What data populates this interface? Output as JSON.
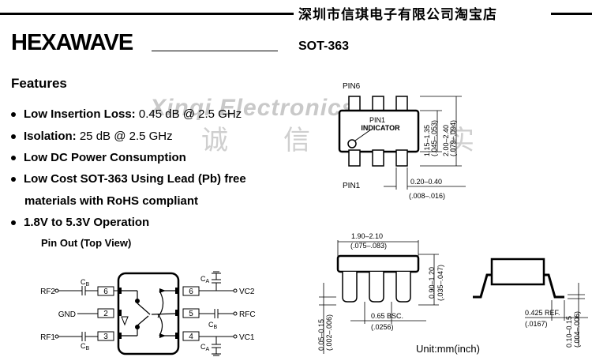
{
  "header": {
    "shop_name": "深圳市信琪电子有限公司淘宝店"
  },
  "logo": {
    "text": "HEXAWAVE"
  },
  "package": "SOT-363",
  "watermark": {
    "latin": "Xinqi Electronics",
    "cjk": "诚信务实"
  },
  "features": {
    "title": "Features",
    "items": [
      {
        "label": "Low Insertion Loss:",
        "value": "0.45 dB @ 2.5 GHz"
      },
      {
        "label": "Isolation:",
        "value": "25 dB @ 2.5 GHz"
      },
      {
        "label": "Low DC Power Consumption",
        "value": ""
      },
      {
        "label": "Low Cost SOT-363 Using Lead (Pb) free",
        "value": ""
      },
      {
        "label": "1.8V to 5.3V Operation",
        "value": ""
      }
    ],
    "continuation": "materials with RoHS compliant"
  },
  "pinout": {
    "title": "Pin Out (Top View)",
    "left_pins": [
      {
        "name": "RF2",
        "num": "6",
        "cap": "CB"
      },
      {
        "name": "GND",
        "num": "2",
        "cap": ""
      },
      {
        "name": "RF1",
        "num": "3",
        "cap": "CB"
      }
    ],
    "right_pins": [
      {
        "name": "VC2",
        "num": "6",
        "cap": "CA"
      },
      {
        "name": "RFC",
        "num": "5",
        "cap": "CB"
      },
      {
        "name": "VC1",
        "num": "4",
        "cap": "CA"
      }
    ],
    "cap_main": "C",
    "sub_b": "B",
    "sub_a": "A"
  },
  "top_view": {
    "pin6": "PIN6",
    "pin1": "PIN1",
    "indicator_line1": "PIN1",
    "indicator_line2": "INDICATOR",
    "dim_body_h": "1.15–1.35",
    "dim_body_h_in": "(.045–.053)",
    "dim_total_h": "2.00–2.40",
    "dim_total_h_in": "(.079–.094)",
    "dim_lead_w": "0.20–0.40",
    "dim_lead_w_in": "(.008–.016)"
  },
  "side_view": {
    "dim_len": "1.90–2.10",
    "dim_len_in": "(.075–.083)",
    "dim_height": "0.90–1.20",
    "dim_height_in": "(.035–.047)",
    "dim_pitch": "0.65 BSC.",
    "dim_pitch_in": "(.0256)",
    "dim_standoff": "0.05–0.15",
    "dim_standoff_in": "(.002–.006)"
  },
  "end_view": {
    "dim_ref": "0.425 REF.",
    "dim_ref_in": "(.0167)",
    "dim_thick": "0.10–0.15",
    "dim_thick_in": "(.004–.006)"
  },
  "unit_note": "Unit:mm(inch)"
}
